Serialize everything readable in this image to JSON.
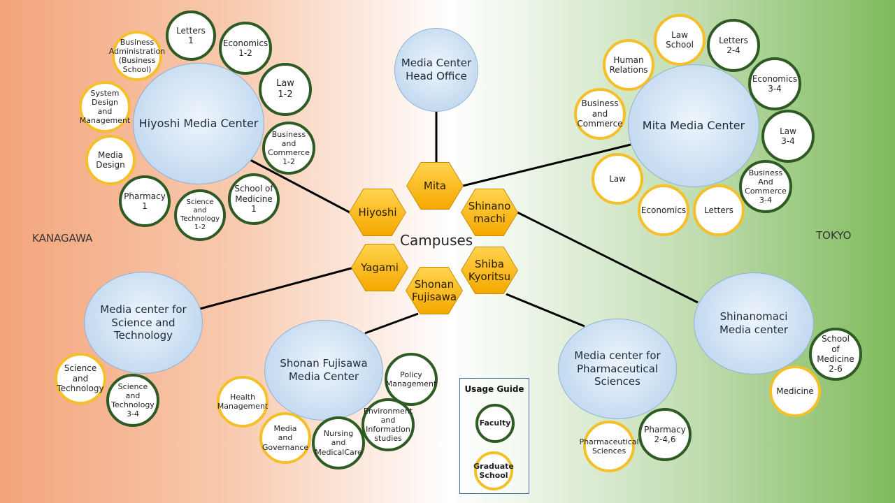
{
  "title": "Campuses",
  "regions": {
    "left": "KANAGAWA",
    "right": "TOKYO"
  },
  "campuses": {
    "mita": "Mita",
    "hiyoshi": "Hiyoshi",
    "shinanomachi": "Shinano\nmachi",
    "yagami": "Yagami",
    "shiba_kyoritsu": "Shiba\nKyoritsu",
    "shonan_fujisawa": "Shonan\nFujisawa"
  },
  "media_centers": {
    "head_office": "Media Center\nHead Office",
    "hiyoshi": "Hiyoshi Media Center",
    "mita": "Mita Media Center",
    "science_tech": "Media center for\nScience and\nTechnology",
    "shonan": "Shonan Fujisawa\nMedia Center",
    "pharma": "Media center for\nPharmaceutical\nSciences",
    "shinanomachi": "Shinanomaci\nMedia center"
  },
  "hiyoshi_nodes": {
    "business_admin": "Business\nAdministration\n(Business School)",
    "letters": "Letters\n1",
    "economics": "Economics\n1-2",
    "law": "Law\n1-2",
    "system_design": "System\nDesign\nand\nManagement",
    "business_commerce": "Business\nand\nCommerce\n1-2",
    "media_design": "Media\nDesign",
    "pharmacy": "Pharmacy\n1",
    "science_tech": "Science\nand\nTechnology\n1-2",
    "medicine": "School of\nMedicine\n1"
  },
  "mita_nodes": {
    "law_school": "Law\nSchool",
    "letters": "Letters\n2-4",
    "human_relations": "Human\nRelations",
    "economics": "Economics\n3-4",
    "business_commerce_grad": "Business\nand\nCommerce",
    "law_fac": "Law\n3-4",
    "law_grad": "Law",
    "business_commerce_fac": "Business\nAnd\nCommerce\n3-4",
    "economics_grad": "Economics",
    "letters_grad": "Letters"
  },
  "science_nodes": {
    "science_grad": "Science\nand\nTechnology",
    "science_fac": "Science\nand\nTechnology\n3-4"
  },
  "shonan_nodes": {
    "policy": "Policy\nManagement",
    "health": "Health\nManagement",
    "environment": "Environment\nand\nInformation\nstudies",
    "media_governance": "Media\nand\nGovernance",
    "nursing": "Nursing\nand\nMedicalCare"
  },
  "pharma_nodes": {
    "pharma_grad": "Pharmaceutical\nSciences",
    "pharmacy_fac": "Pharmacy\n2-4,6"
  },
  "shinanomachi_nodes": {
    "medicine_fac": "School\nof\nMedicine\n2-6",
    "medicine_grad": "Medicine"
  },
  "legend": {
    "title": "Usage Guide",
    "faculty": "Faculty",
    "graduate": "Graduate\nSchool"
  },
  "colors": {
    "faculty_border": "#2e5a24",
    "graduate_border": "#f5bf2a",
    "hexagon": "#f5a800",
    "media_center": "#c5dbf1"
  }
}
